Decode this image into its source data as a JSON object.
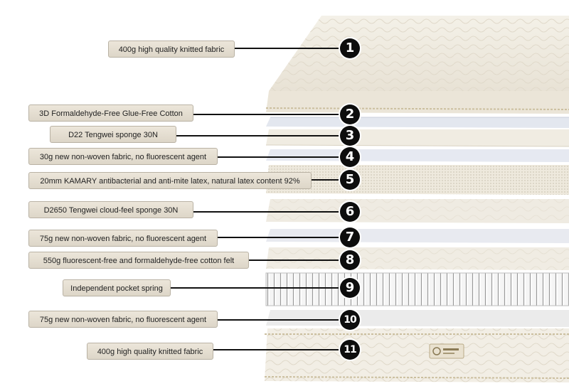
{
  "brand_colors": {
    "fabric": "#f1ede3",
    "fabric_shadow": "#d8d1c2",
    "nonwoven": "#e6e9f0",
    "spring": "#e9e9e9",
    "badge": "#0d0d0d",
    "label_bg": "#e4ddd0"
  },
  "layers": [
    {
      "number": "1",
      "label": "400g high quality knitted fabric"
    },
    {
      "number": "2",
      "label": "3D Formaldehyde-Free Glue-Free Cotton"
    },
    {
      "number": "3",
      "label": "D22 Tengwei sponge 30N"
    },
    {
      "number": "4",
      "label": "30g new non-woven fabric, no fluorescent agent"
    },
    {
      "number": "5",
      "label": "20mm KAMARY antibacterial and anti-mite latex, natural latex content 92%"
    },
    {
      "number": "6",
      "label": "D2650 Tengwei cloud-feel sponge 30N"
    },
    {
      "number": "7",
      "label": "75g new non-woven fabric, no fluorescent agent"
    },
    {
      "number": "8",
      "label": "550g fluorescent-free and formaldehyde-free cotton felt"
    },
    {
      "number": "9",
      "label": "Independent pocket spring"
    },
    {
      "number": "10",
      "label": "75g new non-woven fabric, no fluorescent agent"
    },
    {
      "number": "11",
      "label": "400g high quality knitted fabric"
    }
  ],
  "brand_logo_icon": "brand-logo-icon"
}
